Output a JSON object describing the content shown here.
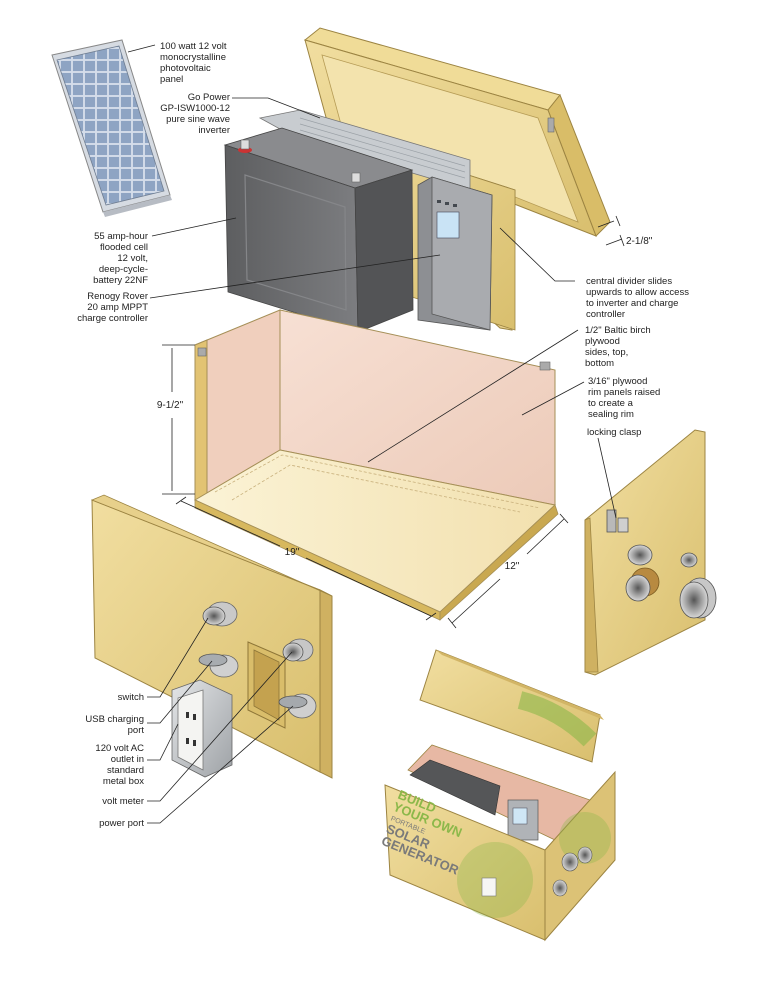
{
  "labels": {
    "solar_panel": "100 watt 12 volt\nmonocrystalline\nphotovoltaic\npanel",
    "inverter": "Go Power\nGP-ISW1000-12\npure sine wave\ninverter",
    "battery": "55 amp-hour\nflooded cell\n12 volt,\ndeep-cycle-\nbattery 22NF",
    "charge_controller": "Renogy Rover\n20 amp MPPT\ncharge controller",
    "central_divider": "central divider slides\nupwards to allow access\nto inverter and charge\ncontroller",
    "baltic_birch": "1/2\" Baltic birch\nplywood\nsides, top,\nbottom",
    "rim_panels": "3/16\" plywood\nrim panels raised\nto create a\nsealing rim",
    "locking_clasp": "locking clasp",
    "switch": "switch",
    "usb_port": "USB charging\nport",
    "ac_outlet": "120 volt AC\noutlet in\nstandard\nmetal box",
    "volt_meter": "volt meter",
    "power_port": "power port"
  },
  "dimensions": {
    "lid_thickness": "2-1/8\"",
    "height": "9-1/2\"",
    "length": "19\"",
    "depth": "12\""
  },
  "box_text": {
    "line1": "BUILD",
    "line2": "YOUR OWN",
    "line3": "PORTABLE",
    "line4": "SOLAR",
    "line5": "GENERATOR"
  },
  "colors": {
    "plywood": "#e8d48f",
    "plywood_edge": "#c9ad5e",
    "interior": "#f4d6c8",
    "battery": "#6d6e70",
    "panel_cell": "#8fa6c4",
    "accent_green": "#8cb84a"
  }
}
